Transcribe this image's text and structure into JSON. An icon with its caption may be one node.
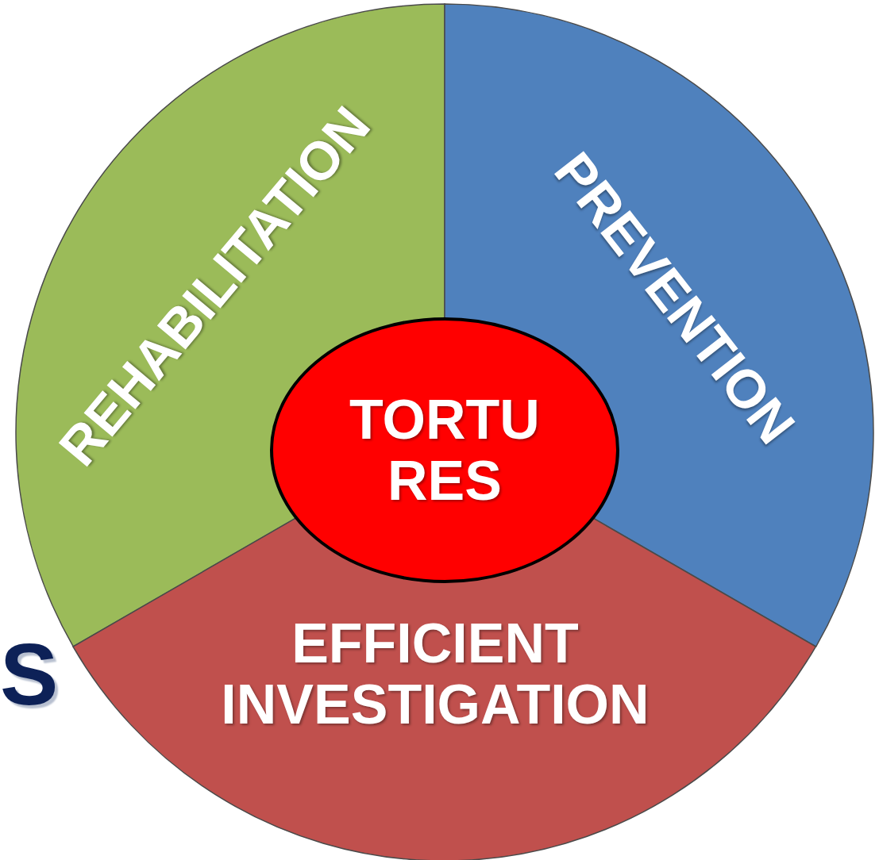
{
  "diagram": {
    "nodes": [
      {
        "text": [
          "REHABILITATION"
        ]
      },
      {
        "text": [
          "PREVENTION"
        ]
      },
      {
        "text": [
          "EFFICIENT INVESTIGATION"
        ]
      },
      {
        "text": [
          "TORTU RES"
        ]
      }
    ],
    "edges": [],
    "labels": [
      "S"
    ]
  }
}
